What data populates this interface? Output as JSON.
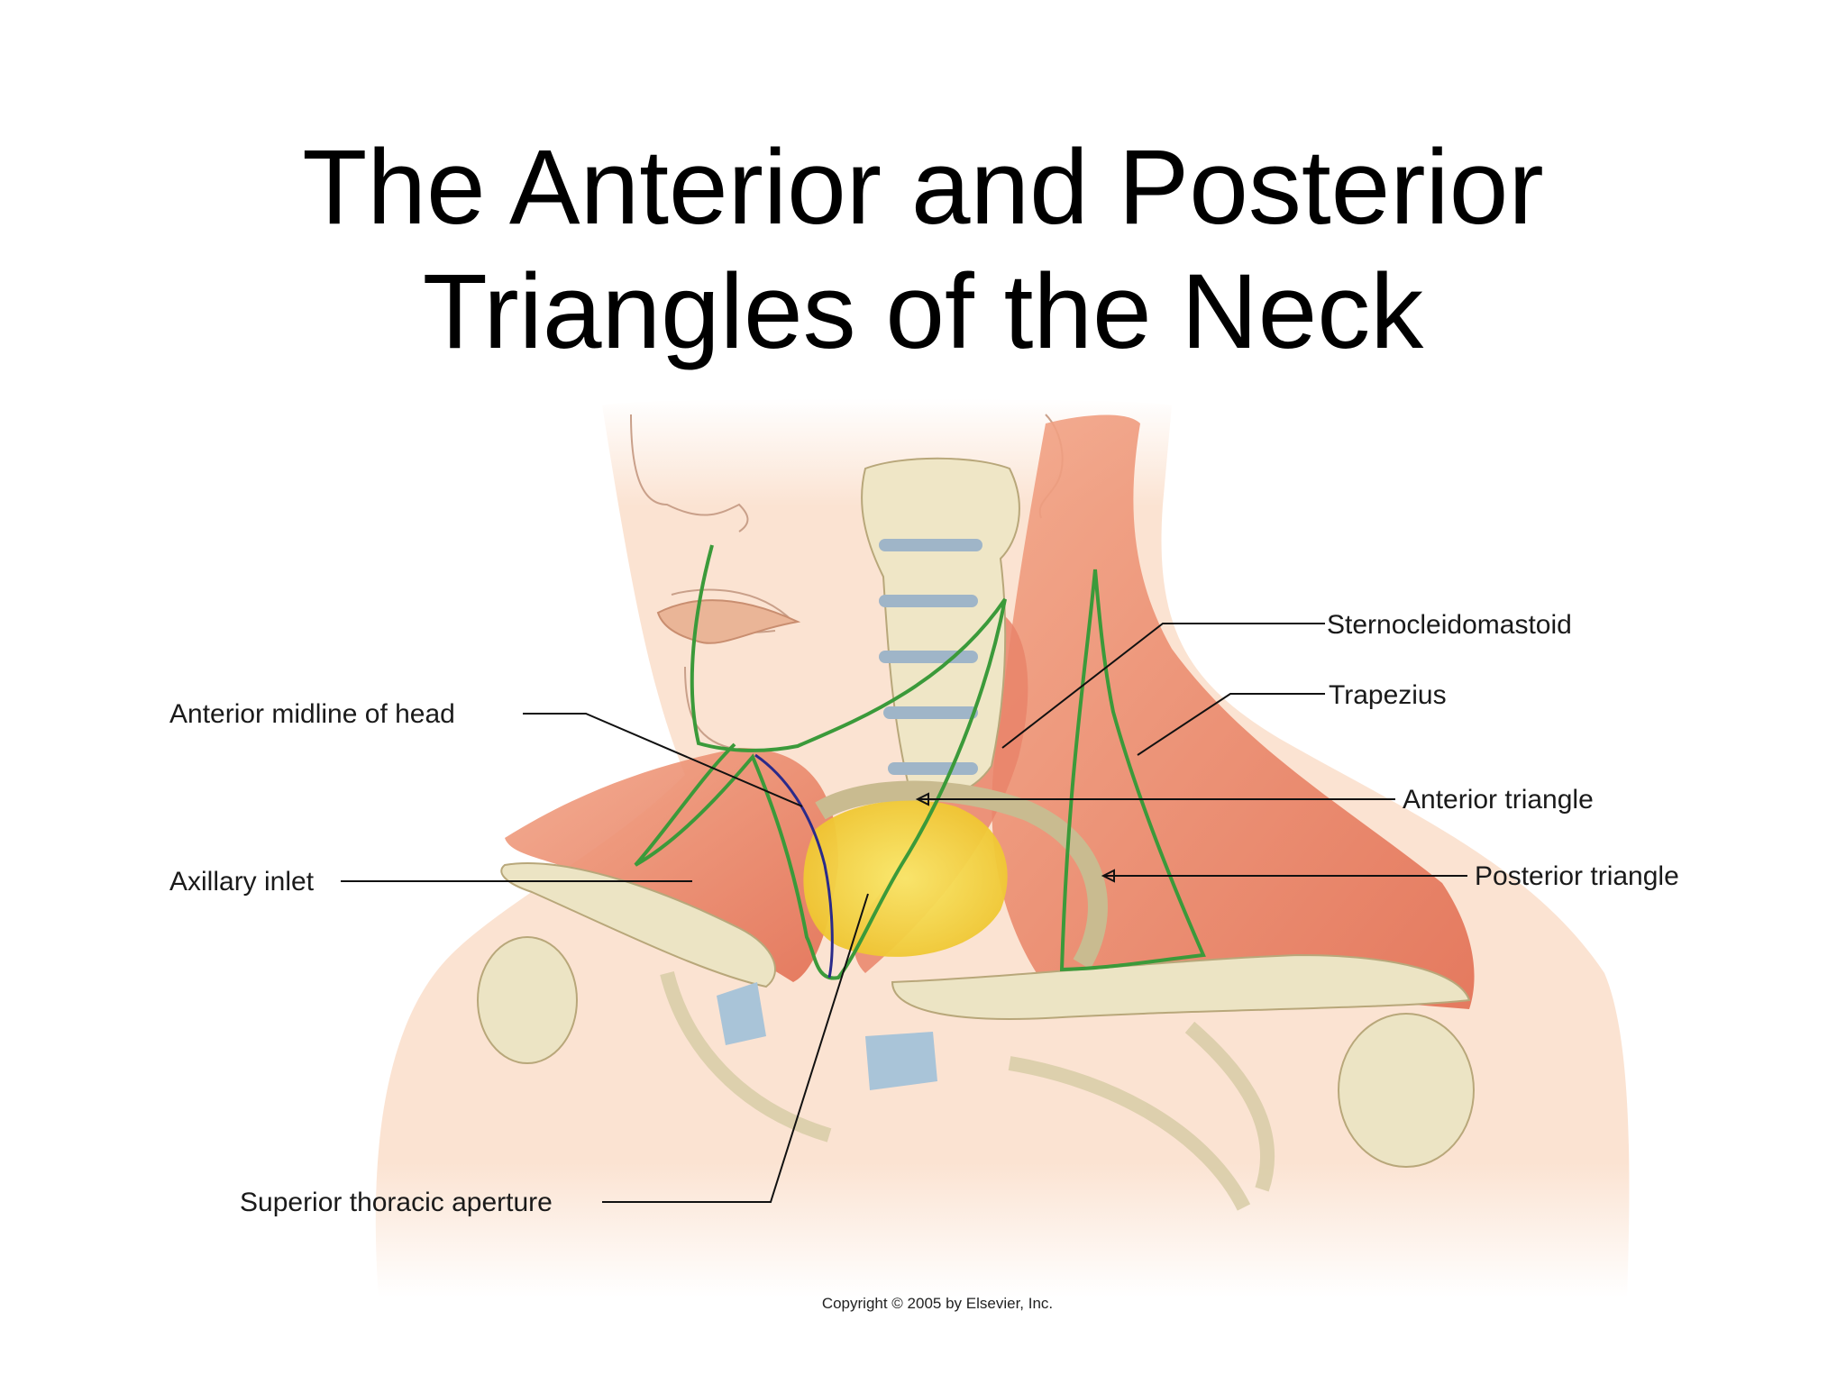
{
  "title": {
    "line1": "The Anterior and Posterior",
    "line2": "Triangles of the Neck"
  },
  "labels": {
    "sternocleidomastoid": "Sternocleidomastoid",
    "trapezius": "Trapezius",
    "anterior_triangle": "Anterior triangle",
    "posterior_triangle": "Posterior triangle",
    "anterior_midline": "Anterior midline of head",
    "axillary_inlet": "Axillary inlet",
    "superior_thoracic_aperture": "Superior thoracic aperture"
  },
  "copyright": "Copyright © 2005 by Elsevier, Inc.",
  "colors": {
    "skin": "#fbe3d2",
    "muscle": "#ec8a6c",
    "bone": "#ece4c4",
    "triangle_outline": "#3b9a3a",
    "aperture": "#f5d743",
    "midline": "#2a2a8a"
  }
}
